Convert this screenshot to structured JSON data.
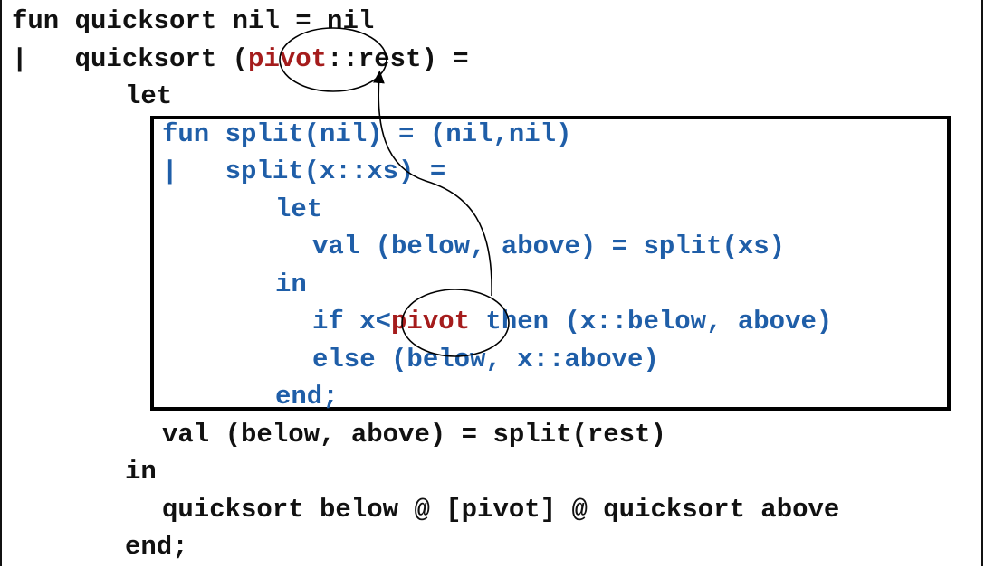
{
  "colors": {
    "outer_text": "#111111",
    "inner_text": "#1f5ea8",
    "highlight": "#a51c1c",
    "box_border": "#000000"
  },
  "code": {
    "line1": "fun quicksort nil = nil",
    "line2_pre": "|   quicksort (",
    "line2_hl": "pivot",
    "line2_post": "::rest) =",
    "line3": "let",
    "inner": {
      "line1": "fun split(nil) = (nil,nil)",
      "line2": "|   split(x::xs) =",
      "line3": "let",
      "line4": "val (below, above) = split(xs)",
      "line5": "in",
      "line6_pre": "if x<",
      "line6_hl": "pivot",
      "line6_post": " then (x::below, above)",
      "line7": "else (below, x::above)",
      "line8": "end;"
    },
    "line12": "val (below, above) = split(rest)",
    "line13": "in",
    "line14": "quicksort below @ [pivot] @ quicksort above",
    "line15": "end;"
  }
}
